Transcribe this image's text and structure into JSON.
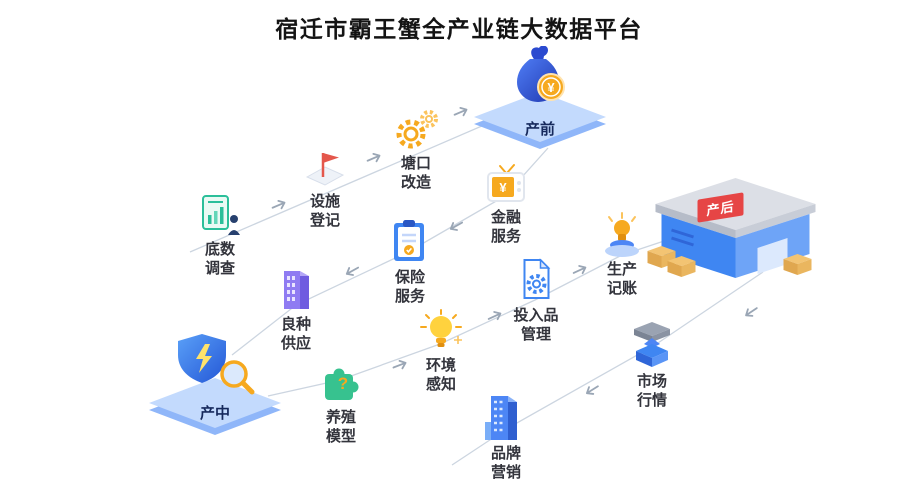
{
  "page": {
    "title": "宿迁市霸王蟹全产业链大数据平台"
  },
  "stages": {
    "pre": {
      "label": "产前",
      "icon": "money-bag-icon"
    },
    "mid": {
      "label": "产中",
      "icon": "shield-search-icon"
    },
    "post": {
      "label": "产后",
      "icon": "warehouse-icon"
    }
  },
  "nodes": {
    "survey": {
      "line1": "底数",
      "line2": "调查",
      "icon": "survey-report-icon"
    },
    "facility": {
      "line1": "设施",
      "line2": "登记",
      "icon": "flag-registration-icon"
    },
    "pond": {
      "line1": "塘口",
      "line2": "改造",
      "icon": "gears-icon"
    },
    "finance": {
      "line1": "金融",
      "line2": "服务",
      "icon": "finance-tv-icon"
    },
    "insurance": {
      "line1": "保险",
      "line2": "服务",
      "icon": "insurance-clipboard-icon"
    },
    "seed": {
      "line1": "良种",
      "line2": "供应",
      "icon": "seed-building-icon"
    },
    "accounting": {
      "line1": "生产",
      "line2": "记账",
      "icon": "accounting-beacon-icon"
    },
    "inputs": {
      "line1": "投入品",
      "line2": "管理",
      "icon": "inputs-document-gear-icon"
    },
    "environment": {
      "line1": "环境",
      "line2": "感知",
      "icon": "environment-bulb-icon"
    },
    "market": {
      "line1": "市场",
      "line2": "行情",
      "icon": "market-machine-icon"
    },
    "breeding": {
      "line1": "养殖",
      "line2": "模型",
      "icon": "breeding-puzzle-icon"
    },
    "brand": {
      "line1": "品牌",
      "line2": "营销",
      "icon": "brand-building-icon"
    }
  },
  "icons": {
    "coin_symbol": "¥",
    "question_mark": "?"
  },
  "colors": {
    "accent_blue": "#3f86f2",
    "accent_orange": "#f6a91f",
    "accent_red": "#e64545",
    "accent_green": "#37c28f",
    "accent_purple": "#8f7bf2",
    "accent_teal": "#2bbf9a",
    "line_gray": "#ccd5e0",
    "label_dark": "#33343c"
  }
}
